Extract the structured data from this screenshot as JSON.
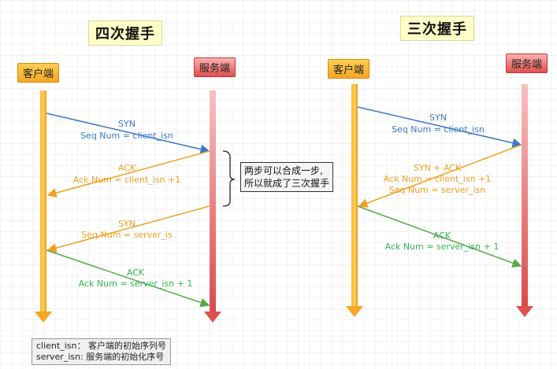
{
  "four_way": {
    "title": "四次握手",
    "client_label": "客户端",
    "server_label": "服务端",
    "msg1": {
      "line1": "SYN",
      "line2": "Seq Num = client_isn"
    },
    "msg2": {
      "line1": "ACK",
      "line2": "Ack Num =  client_isn +1"
    },
    "msg3": {
      "line1": "SYN",
      "line2": "Seq Num = server_is"
    },
    "msg4": {
      "line1": "ACK",
      "line2": "Ack Num = server_isn + 1"
    },
    "note": {
      "line1": "两步可以合成一步,",
      "line2": "所以就成了三次握手"
    }
  },
  "three_way": {
    "title": "三次握手",
    "client_label": "客户端",
    "server_label": "服务端",
    "msg1": {
      "line1": "SYN",
      "line2": "Seq Num = client_isn"
    },
    "msg2": {
      "line1": "SYN + ACK",
      "line2": "Ack Num =  client_isn +1",
      "line3": "Seq Num = server_isn"
    },
    "msg3": {
      "line1": "ACK",
      "line2": "Ack Num = server_isn + 1"
    }
  },
  "legend": {
    "line1": "client_isn：  客户端的初始序列号",
    "line2": "server_isn:  服务端的初始化序号"
  },
  "colors": {
    "syn": "#3a78c8",
    "ack_syn": "#f0a020",
    "ack": "#2db84d",
    "client_bar": "#f5a623",
    "server_bar": "#e05656"
  }
}
